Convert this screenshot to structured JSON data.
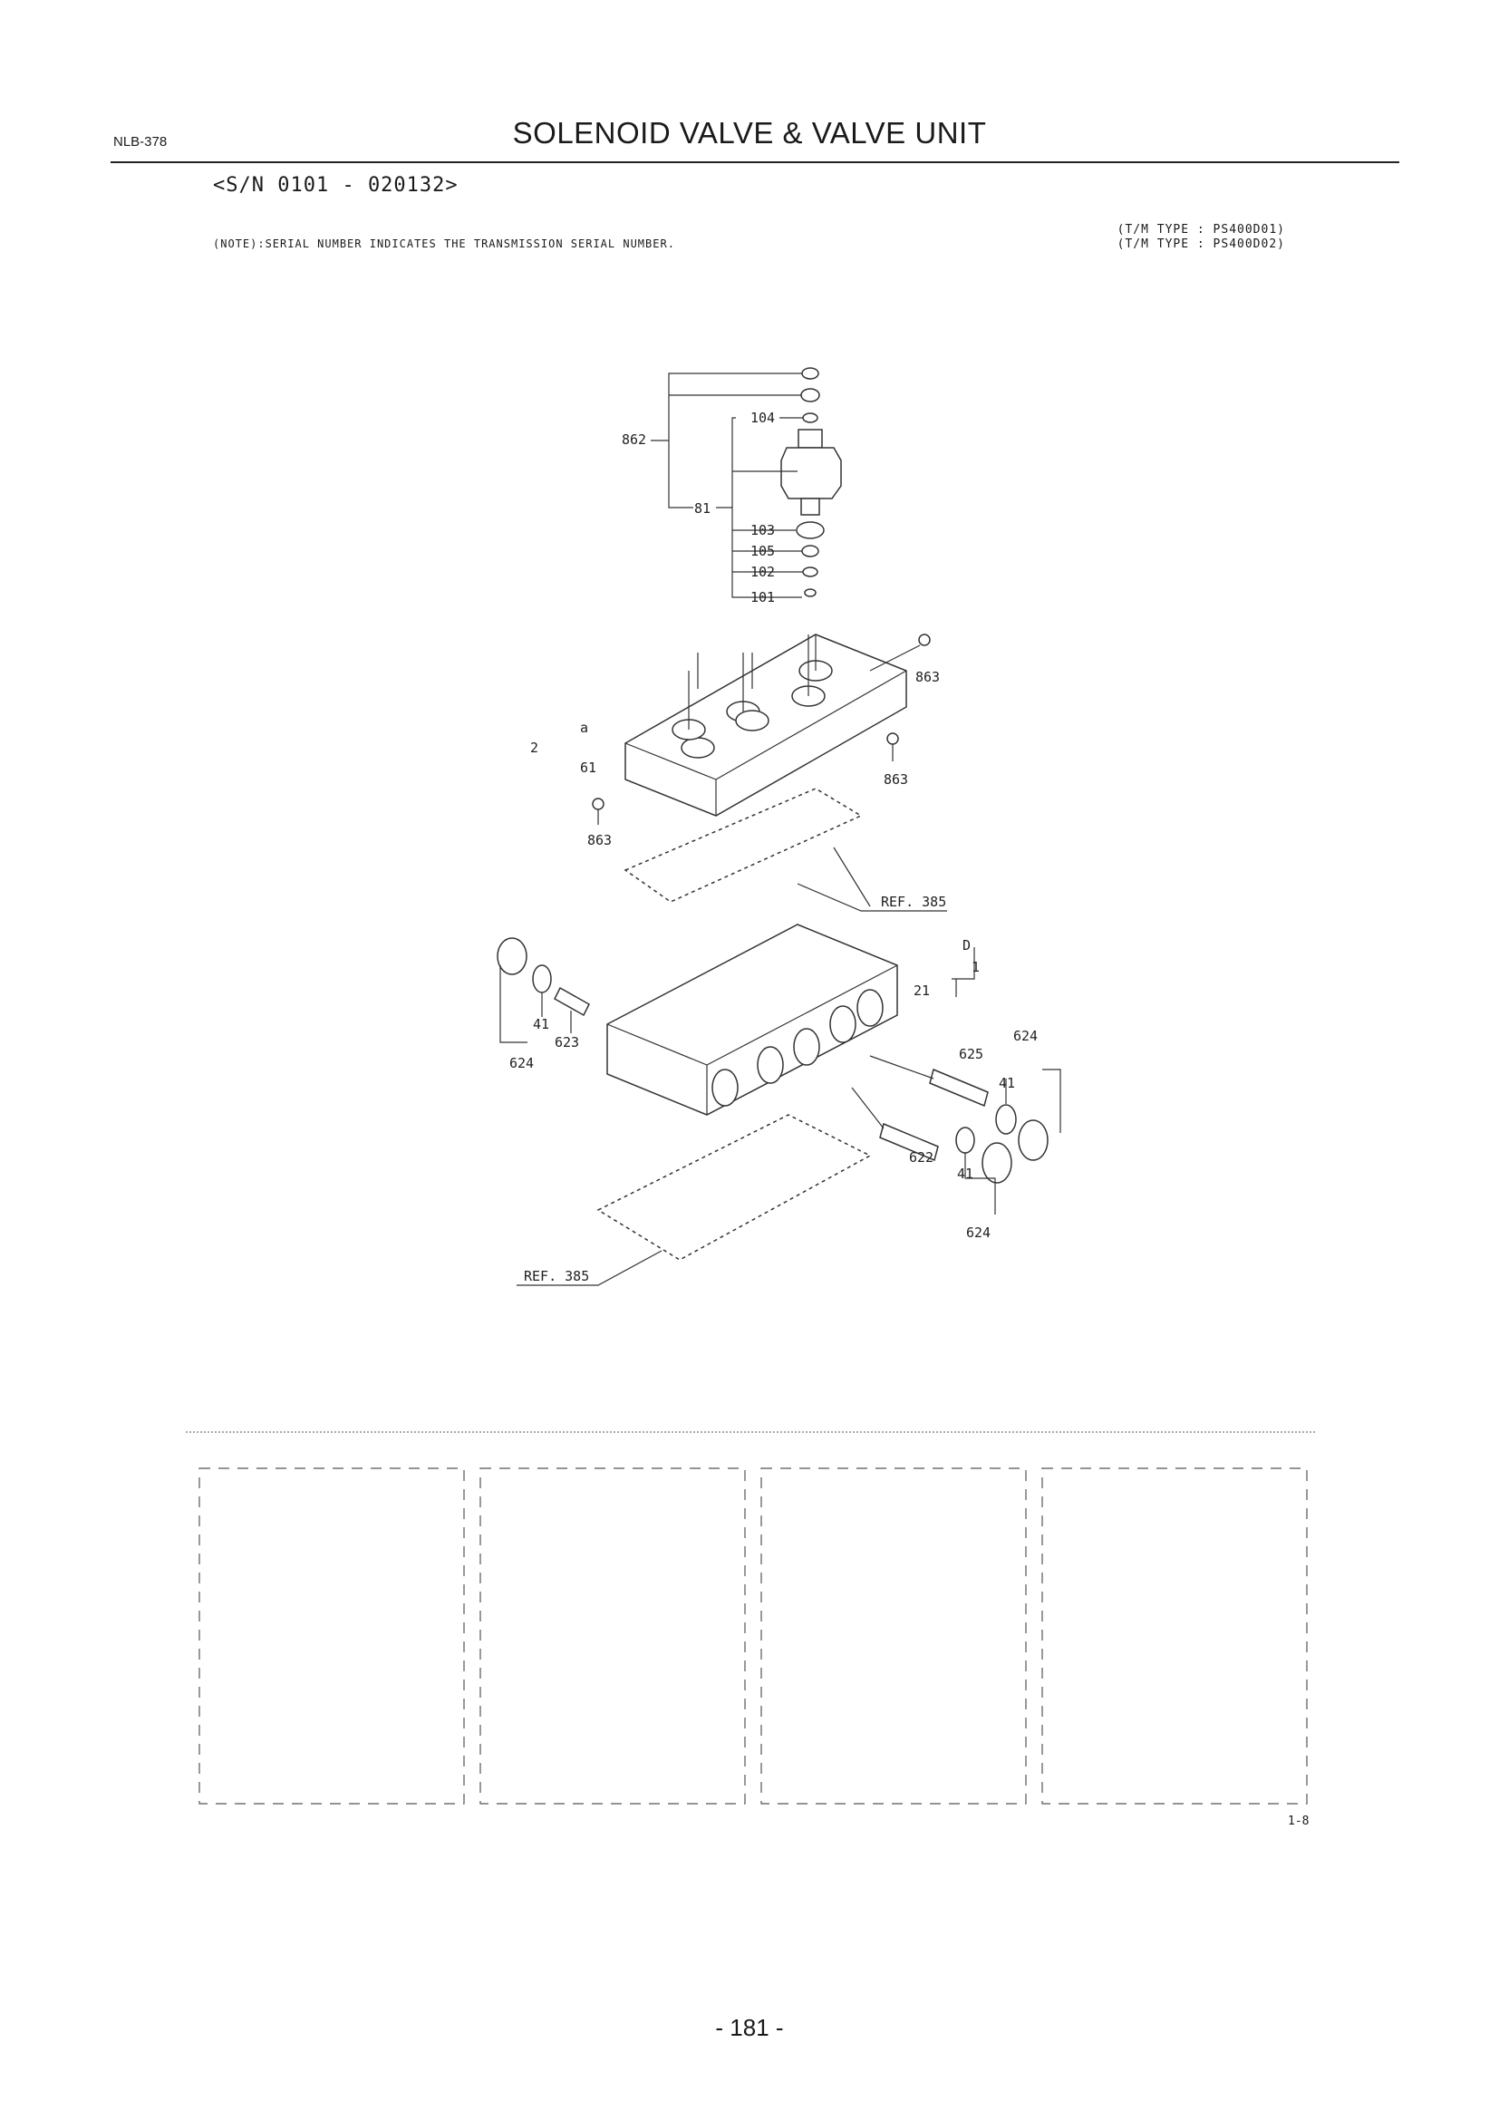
{
  "header": {
    "doc_code": "NLB-378",
    "title": "SOLENOID VALVE & VALVE UNIT",
    "serial_range": "<S/N 0101 - 020132>",
    "note": "(NOTE):SERIAL NUMBER INDICATES THE TRANSMISSION SERIAL NUMBER.",
    "tm_type_1": "(T/M TYPE : PS400D01)",
    "tm_type_2": "(T/M TYPE : PS400D02)"
  },
  "diagram": {
    "labels": {
      "p862": "862",
      "p104": "104",
      "p81": "81",
      "p103": "103",
      "p105": "105",
      "p102": "102",
      "p101": "101",
      "p863a": "863",
      "p863b": "863",
      "p863c": "863",
      "p2": "2",
      "pa": "a",
      "p61": "61",
      "ref1": "REF. 385",
      "pD": "D",
      "p1": "1",
      "p21": "21",
      "p41a": "41",
      "p623": "623",
      "p624a": "624",
      "p624b": "624",
      "p625": "625",
      "p41b": "41",
      "p622": "622",
      "p41c": "41",
      "p624c": "624",
      "ref2": "REF. 385"
    }
  },
  "figure_id": "1-8",
  "page_number": "- 181 -"
}
